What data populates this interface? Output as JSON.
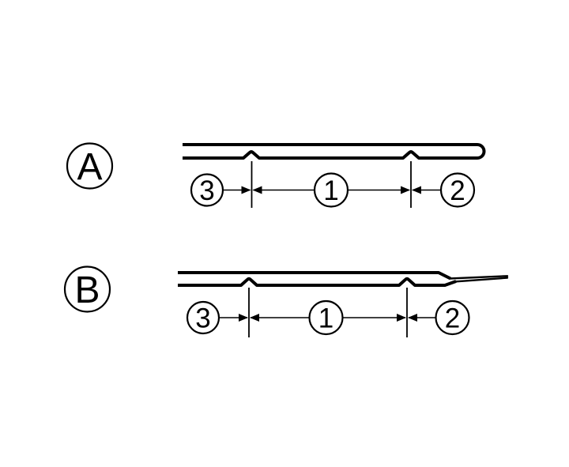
{
  "diagram": {
    "background_color": "#ffffff",
    "line_color": "#000000",
    "panels": [
      {
        "label": "A",
        "callouts": [
          "3",
          "1",
          "2"
        ]
      },
      {
        "label": "B",
        "callouts": [
          "3",
          "1",
          "2"
        ]
      }
    ]
  }
}
